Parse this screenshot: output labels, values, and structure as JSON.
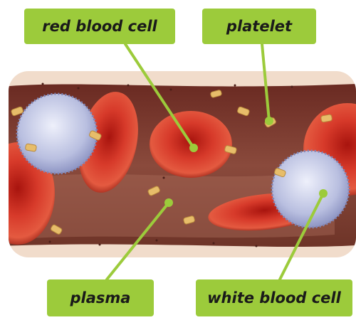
{
  "labels": {
    "red_blood_cell": "red blood cell",
    "platelet": "platelet",
    "plasma": "plasma",
    "white_blood_cell": "white blood cell"
  },
  "colors": {
    "label_bg": "#9ccb3b",
    "leader_line": "#9ccb3b",
    "red_cell": "#c8281c",
    "plasma": "#7a3a2e",
    "white_cell": "#c9cde8",
    "platelet": "#e8c070"
  }
}
